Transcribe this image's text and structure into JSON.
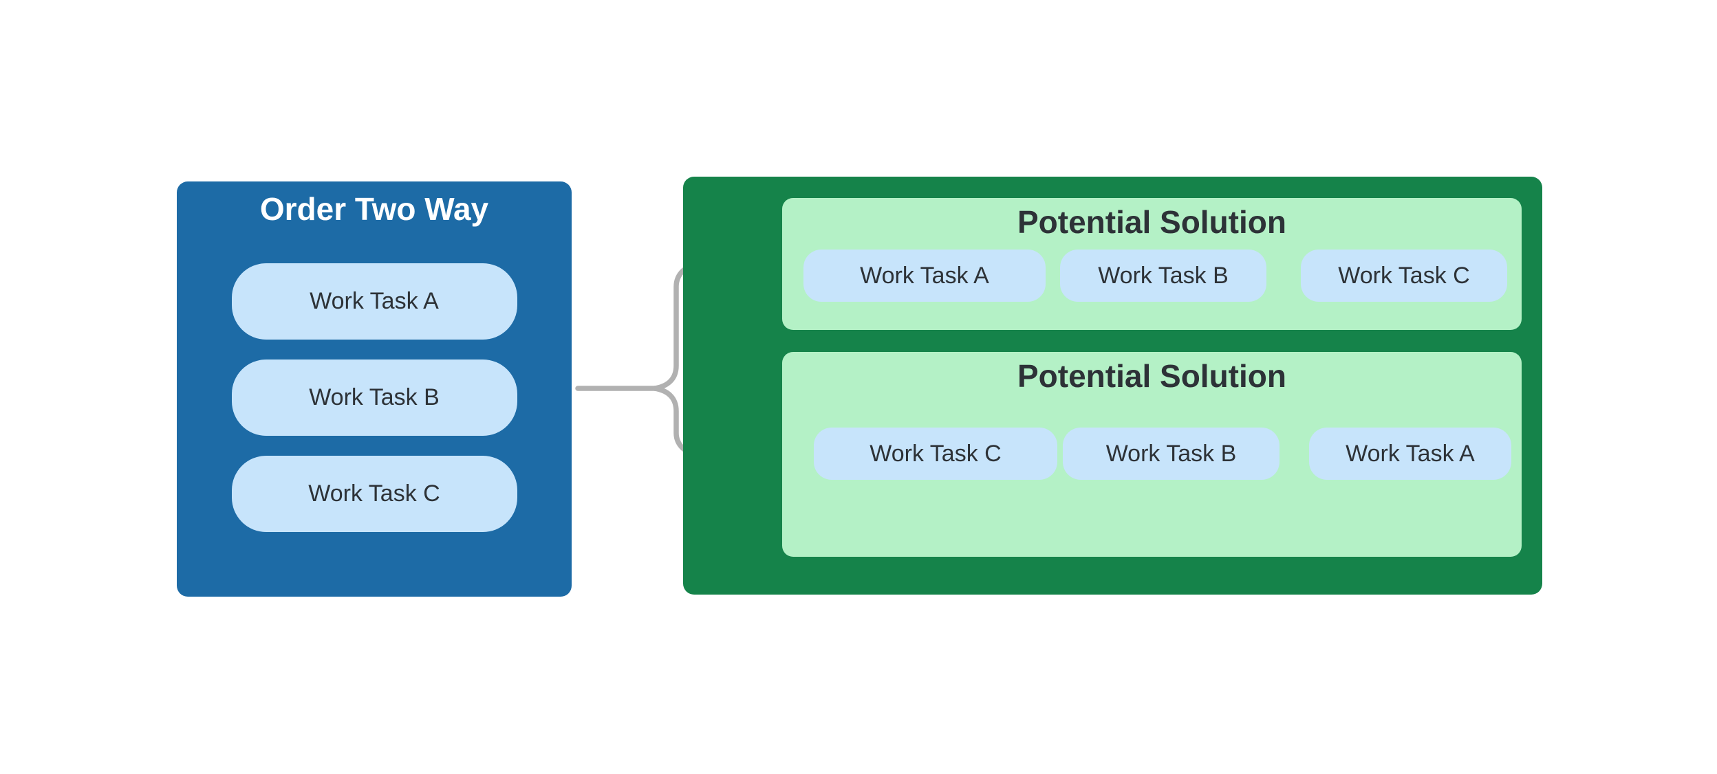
{
  "diagram": {
    "left_box": {
      "title": "Order Two Way",
      "tasks": [
        "Work Task A",
        "Work Task B",
        "Work Task C"
      ]
    },
    "solutions": {
      "panels": [
        {
          "title": "Potential Solution",
          "tasks": [
            "Work Task A",
            "Work Task B",
            "Work Task C"
          ]
        },
        {
          "title": "Potential Solution",
          "tasks": [
            "Work Task C",
            "Work Task B",
            "Work Task A"
          ]
        }
      ]
    },
    "connectors": {
      "branch_count": 2,
      "style": "curved-split-arrows"
    },
    "colors": {
      "canvas_bg": "#ffffff",
      "left_box_bg": "#1d6ba6",
      "solutions_bg": "#15834a",
      "panel_bg": "#b4f1c6",
      "task_pill_bg": "#c7e4fb",
      "arrow": "#b1b1b1",
      "left_title_text": "#ffffff",
      "dark_text": "#2d3237"
    }
  }
}
